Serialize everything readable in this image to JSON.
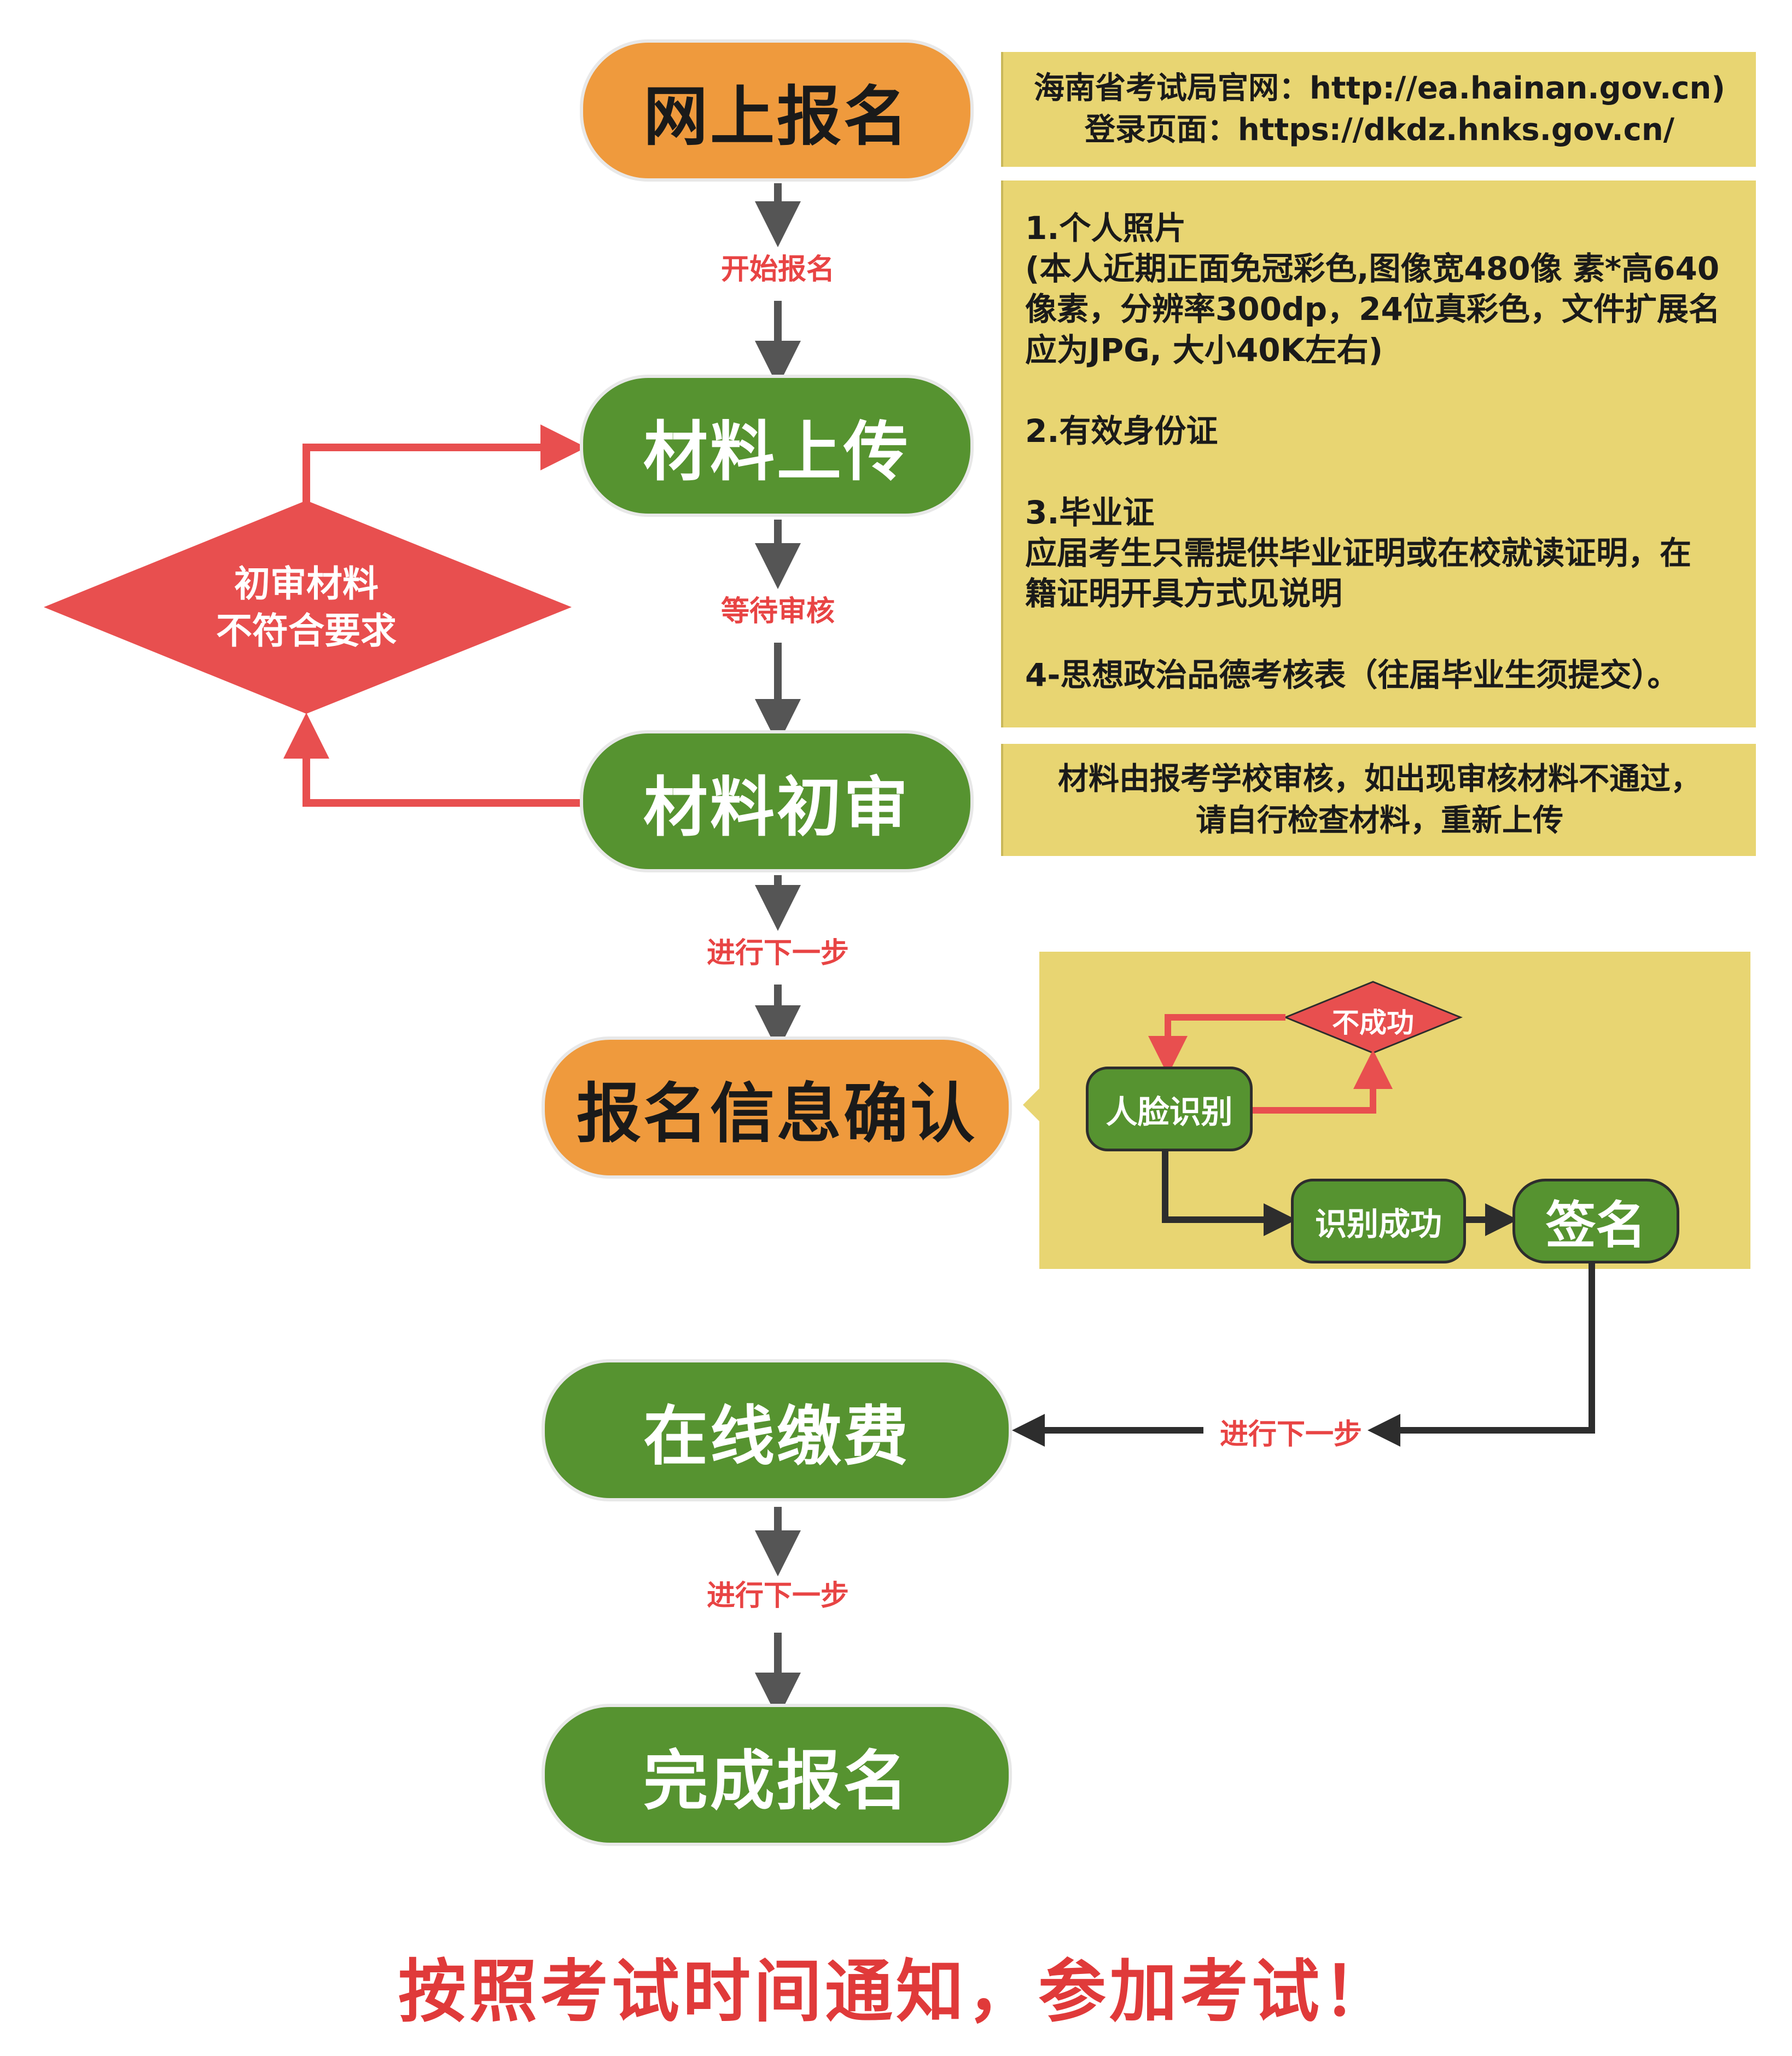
{
  "nodes": {
    "online_register": "网上报名",
    "material_upload": "材料上传",
    "material_review": "材料初审",
    "info_confirm": "报名信息确认",
    "online_payment": "在线缴费",
    "complete": "完成报名"
  },
  "edge_labels": {
    "start_register": "开始报名",
    "wait_review": "等待审核",
    "next_step_1": "进行下一步",
    "next_step_2": "进行下一步",
    "next_step_3": "进行下一步"
  },
  "decision": {
    "line1": "初审材料",
    "line2": "不符合要求"
  },
  "notes": {
    "website": [
      "海南省考试局官网：http://ea.hainan.gov.cn)",
      "登录页面：https://dkdz.hnks.gov.cn/"
    ],
    "materials": [
      "1.个人照片",
      "(本人近期正面免冠彩色,图像宽480像 素*高640",
      "像素，分辨率300dp，24位真彩色，文件扩展名",
      "应为JPG, 大小40K左右)",
      "",
      "2.有效身份证",
      "",
      "3.毕业证",
      "应届考生只需提供毕业证明或在校就读证明，在",
      "籍证明开具方式见说明",
      "",
      "4-思想政治品德考核表（往届毕业生须提交）。"
    ],
    "review": [
      "材料由报考学校审核，如出现审核材料不通过，",
      "请自行检查材料，重新上传"
    ]
  },
  "sub_flow": {
    "face_recognition": "人脸识别",
    "failed": "不成功",
    "recognized": "识别成功",
    "sign": "签名"
  },
  "footer": "按照考试时间通知，参加考试！",
  "colors": {
    "orange": "#ef9a3d",
    "green": "#569330",
    "red": "#e84f4f",
    "note_bg": "#e8d572",
    "arrow_gray": "#555555",
    "dark": "#2d2d2d"
  }
}
